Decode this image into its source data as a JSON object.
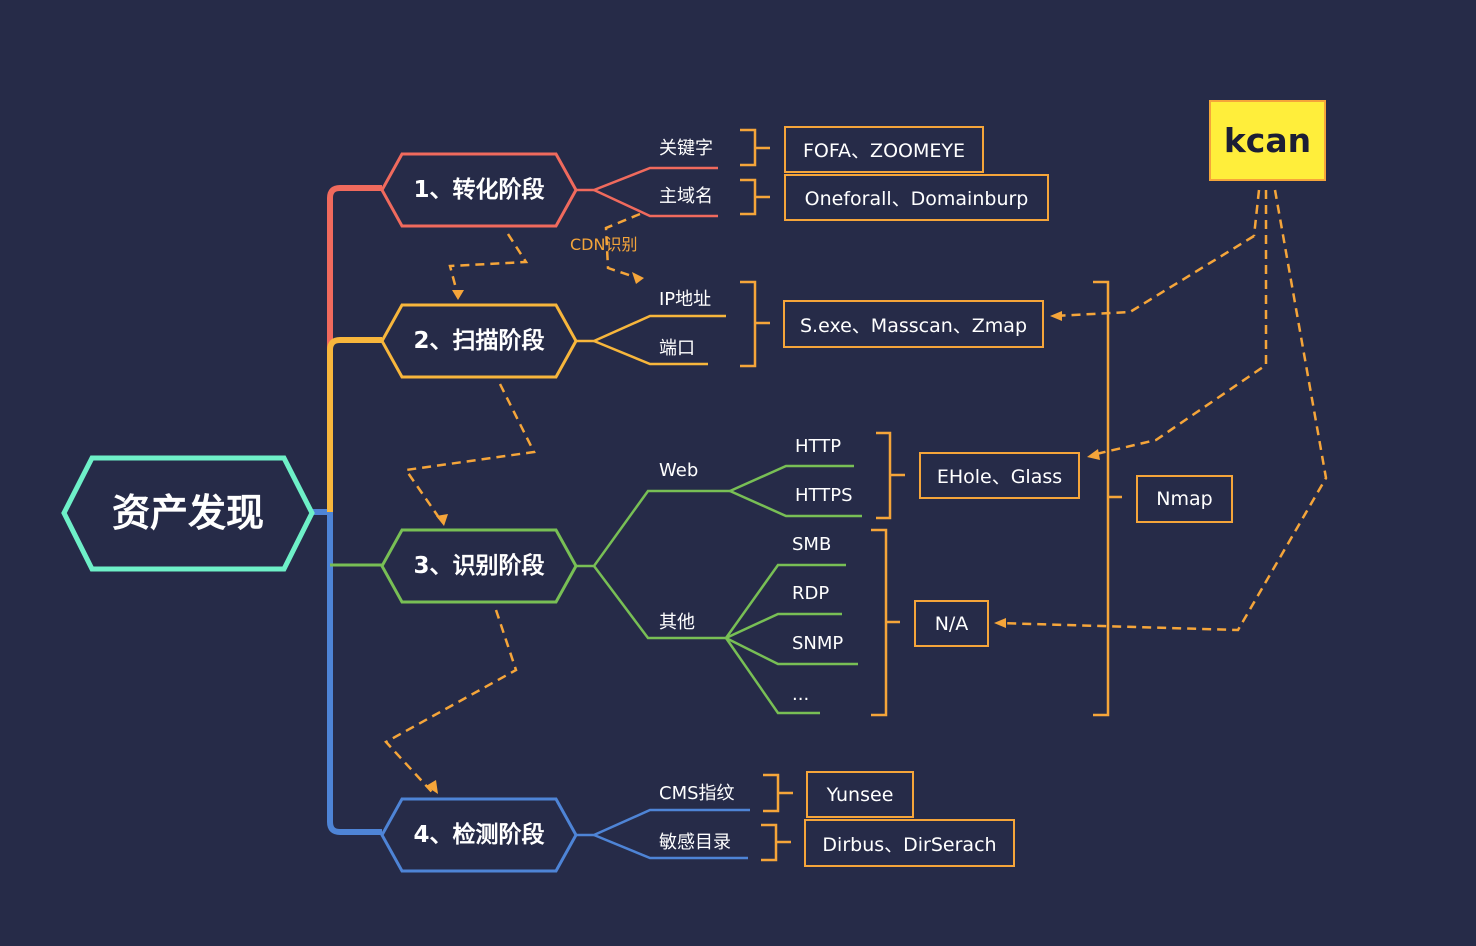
{
  "root": {
    "label": "资产发现",
    "color": "#6ef0c8"
  },
  "stages": [
    {
      "label": "1、转化阶段",
      "color": "#f06a5d",
      "leaves": [
        "关键字",
        "主域名"
      ]
    },
    {
      "label": "2、扫描阶段",
      "color": "#f7b63c",
      "leaves": [
        "IP地址",
        "端口"
      ]
    },
    {
      "label": "3、识别阶段",
      "color": "#78bf55",
      "groups": [
        {
          "label": "Web",
          "leaves": [
            "HTTP",
            "HTTPS"
          ]
        },
        {
          "label": "其他",
          "leaves": [
            "SMB",
            "RDP",
            "SNMP",
            "..."
          ]
        }
      ]
    },
    {
      "label": "4、检测阶段",
      "color": "#4e84d6",
      "leaves": [
        "CMS指纹",
        "敏感目录"
      ]
    }
  ],
  "tools": {
    "fofa": "FOFA、ZOOMEYE",
    "oneforall": "Oneforall、Domainburp",
    "sexe": "S.exe、Masscan、Zmap",
    "ehole": "EHole、Glass",
    "na": "N/A",
    "nmap": "Nmap",
    "yunsee": "Yunsee",
    "dirbus": "Dirbus、DirSerach"
  },
  "annotation": {
    "cdn": "CDN识别"
  },
  "kcan": {
    "label": "kcan",
    "color": "#ffee3b"
  },
  "accent": "#f5a53a"
}
